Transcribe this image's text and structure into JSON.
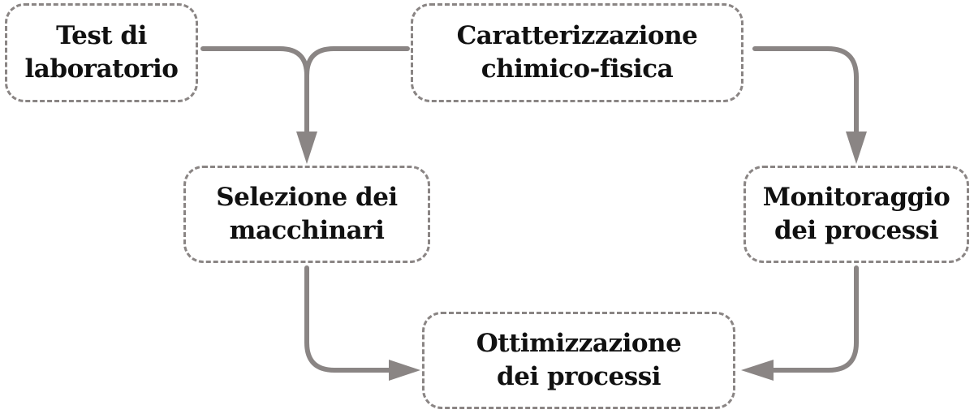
{
  "diagram": {
    "nodes": [
      {
        "id": "lab",
        "label": "Test di\nlaboratorio"
      },
      {
        "id": "car",
        "label": "Caratterizzazione\nchimico-fisica"
      },
      {
        "id": "sel",
        "label": "Selezione dei\nmacchinari"
      },
      {
        "id": "mon",
        "label": "Monitoraggio\ndei processi"
      },
      {
        "id": "ott",
        "label": "Ottimizzazione\ndei processi"
      }
    ],
    "edges": [
      {
        "from": "lab",
        "to": "sel"
      },
      {
        "from": "car",
        "to": "sel"
      },
      {
        "from": "car",
        "to": "mon"
      },
      {
        "from": "sel",
        "to": "ott"
      },
      {
        "from": "mon",
        "to": "ott"
      }
    ],
    "colors": {
      "line": "#8a8584",
      "border": "#8a8584",
      "text": "#111111",
      "background": "#ffffff"
    }
  }
}
